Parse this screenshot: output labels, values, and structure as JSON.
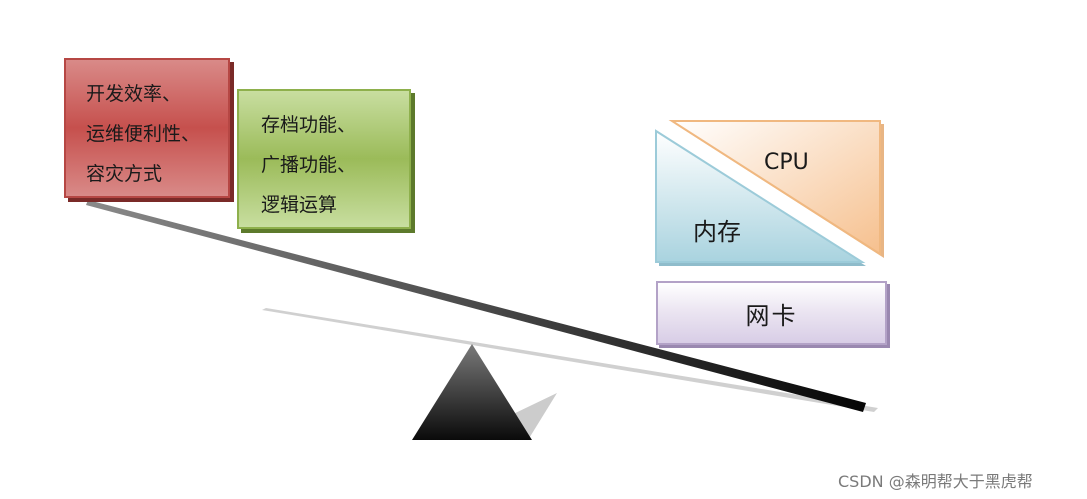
{
  "left_boxes": {
    "red": {
      "lines": [
        "开发效率、",
        "运维便利性、",
        "容灾方式"
      ]
    },
    "green": {
      "lines": [
        "存档功能、",
        "广播功能、",
        "逻辑运算"
      ]
    }
  },
  "right_stack": {
    "cpu_label": "CPU",
    "memory_label": "内存",
    "nic_label": "网卡"
  },
  "colors": {
    "red": "#c0504d",
    "green": "#9bbb59",
    "orange": "#f7c89a",
    "blue": "#a9d3df",
    "purple": "#d8cde6",
    "beam": "#3a3a3a"
  },
  "watermark": "CSDN @森明帮大于黑虎帮"
}
